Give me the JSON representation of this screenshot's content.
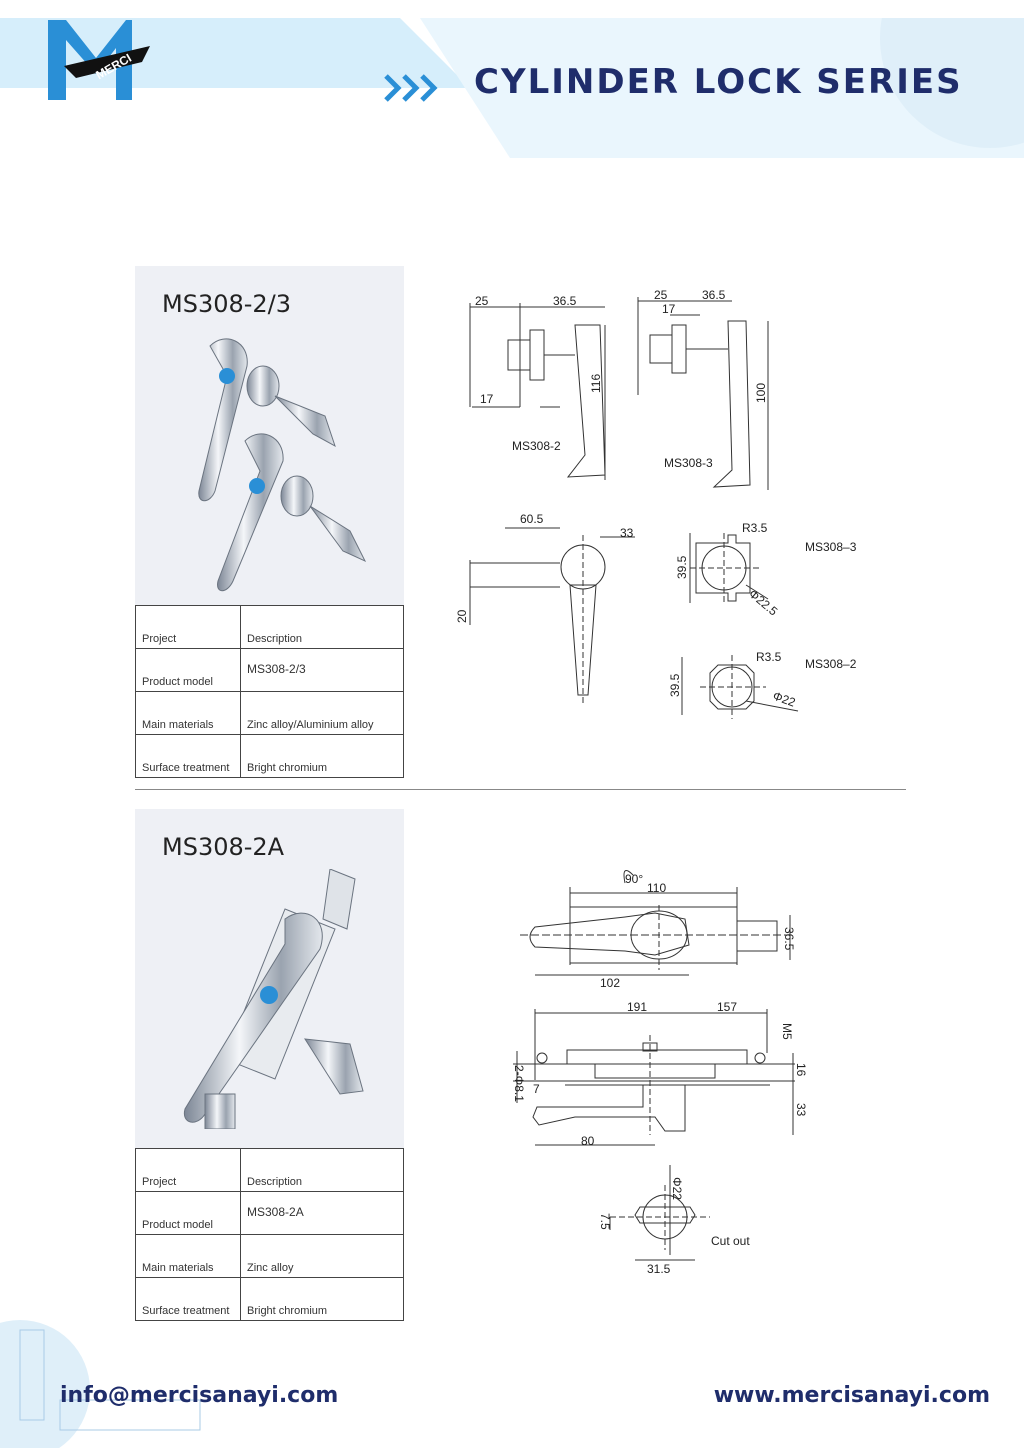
{
  "header": {
    "brand": "MERCI",
    "title": "CYLINDER LOCK SERIES",
    "colors": {
      "navy": "#1f2d6b",
      "accent": "#2a8fd6",
      "band": "#e3f2fb"
    }
  },
  "products": [
    {
      "model_title": "MS308-2/3",
      "specs": [
        {
          "label": "Project",
          "value": "Description"
        },
        {
          "label": "Product model",
          "value": "MS308-2/3"
        },
        {
          "label": "Main materials",
          "value": "Zinc alloy/Aluminium alloy"
        },
        {
          "label": "Surface treatment",
          "value": "Bright chromium"
        }
      ],
      "drawing": {
        "left_view": {
          "label": "MS308-2",
          "dims": [
            "25",
            "36.5",
            "17",
            "116"
          ]
        },
        "right_view": {
          "label": "MS308-3",
          "dims": [
            "25",
            "36.5",
            "17",
            "100"
          ]
        },
        "front_view": {
          "dims": [
            "60.5",
            "33",
            "20"
          ]
        },
        "cutout_3": {
          "label": "MS308–3",
          "dims": [
            "R3.5",
            "39.5",
            "Φ22.5"
          ]
        },
        "cutout_2": {
          "label": "MS308–2",
          "dims": [
            "R3.5",
            "39.5",
            "Φ22"
          ]
        }
      }
    },
    {
      "model_title": "MS308-2A",
      "specs": [
        {
          "label": "Project",
          "value": "Description"
        },
        {
          "label": "Product model",
          "value": "MS308-2A"
        },
        {
          "label": "Main materials",
          "value": "Zinc alloy"
        },
        {
          "label": "Surface treatment",
          "value": "Bright chromium"
        }
      ],
      "drawing": {
        "top_view": {
          "dims": [
            "90°",
            "110",
            "36.5",
            "102"
          ]
        },
        "side_view": {
          "dims": [
            "191",
            "157",
            "M5",
            "16",
            "33",
            "2-Φ8.1",
            "7",
            "80"
          ]
        },
        "cutout": {
          "label": "Cut out",
          "dims": [
            "Φ22",
            "7.5",
            "31.5"
          ]
        }
      }
    }
  ],
  "footer": {
    "email": "info@mercisanayi.com",
    "website": "www.mercisanayi.com"
  }
}
